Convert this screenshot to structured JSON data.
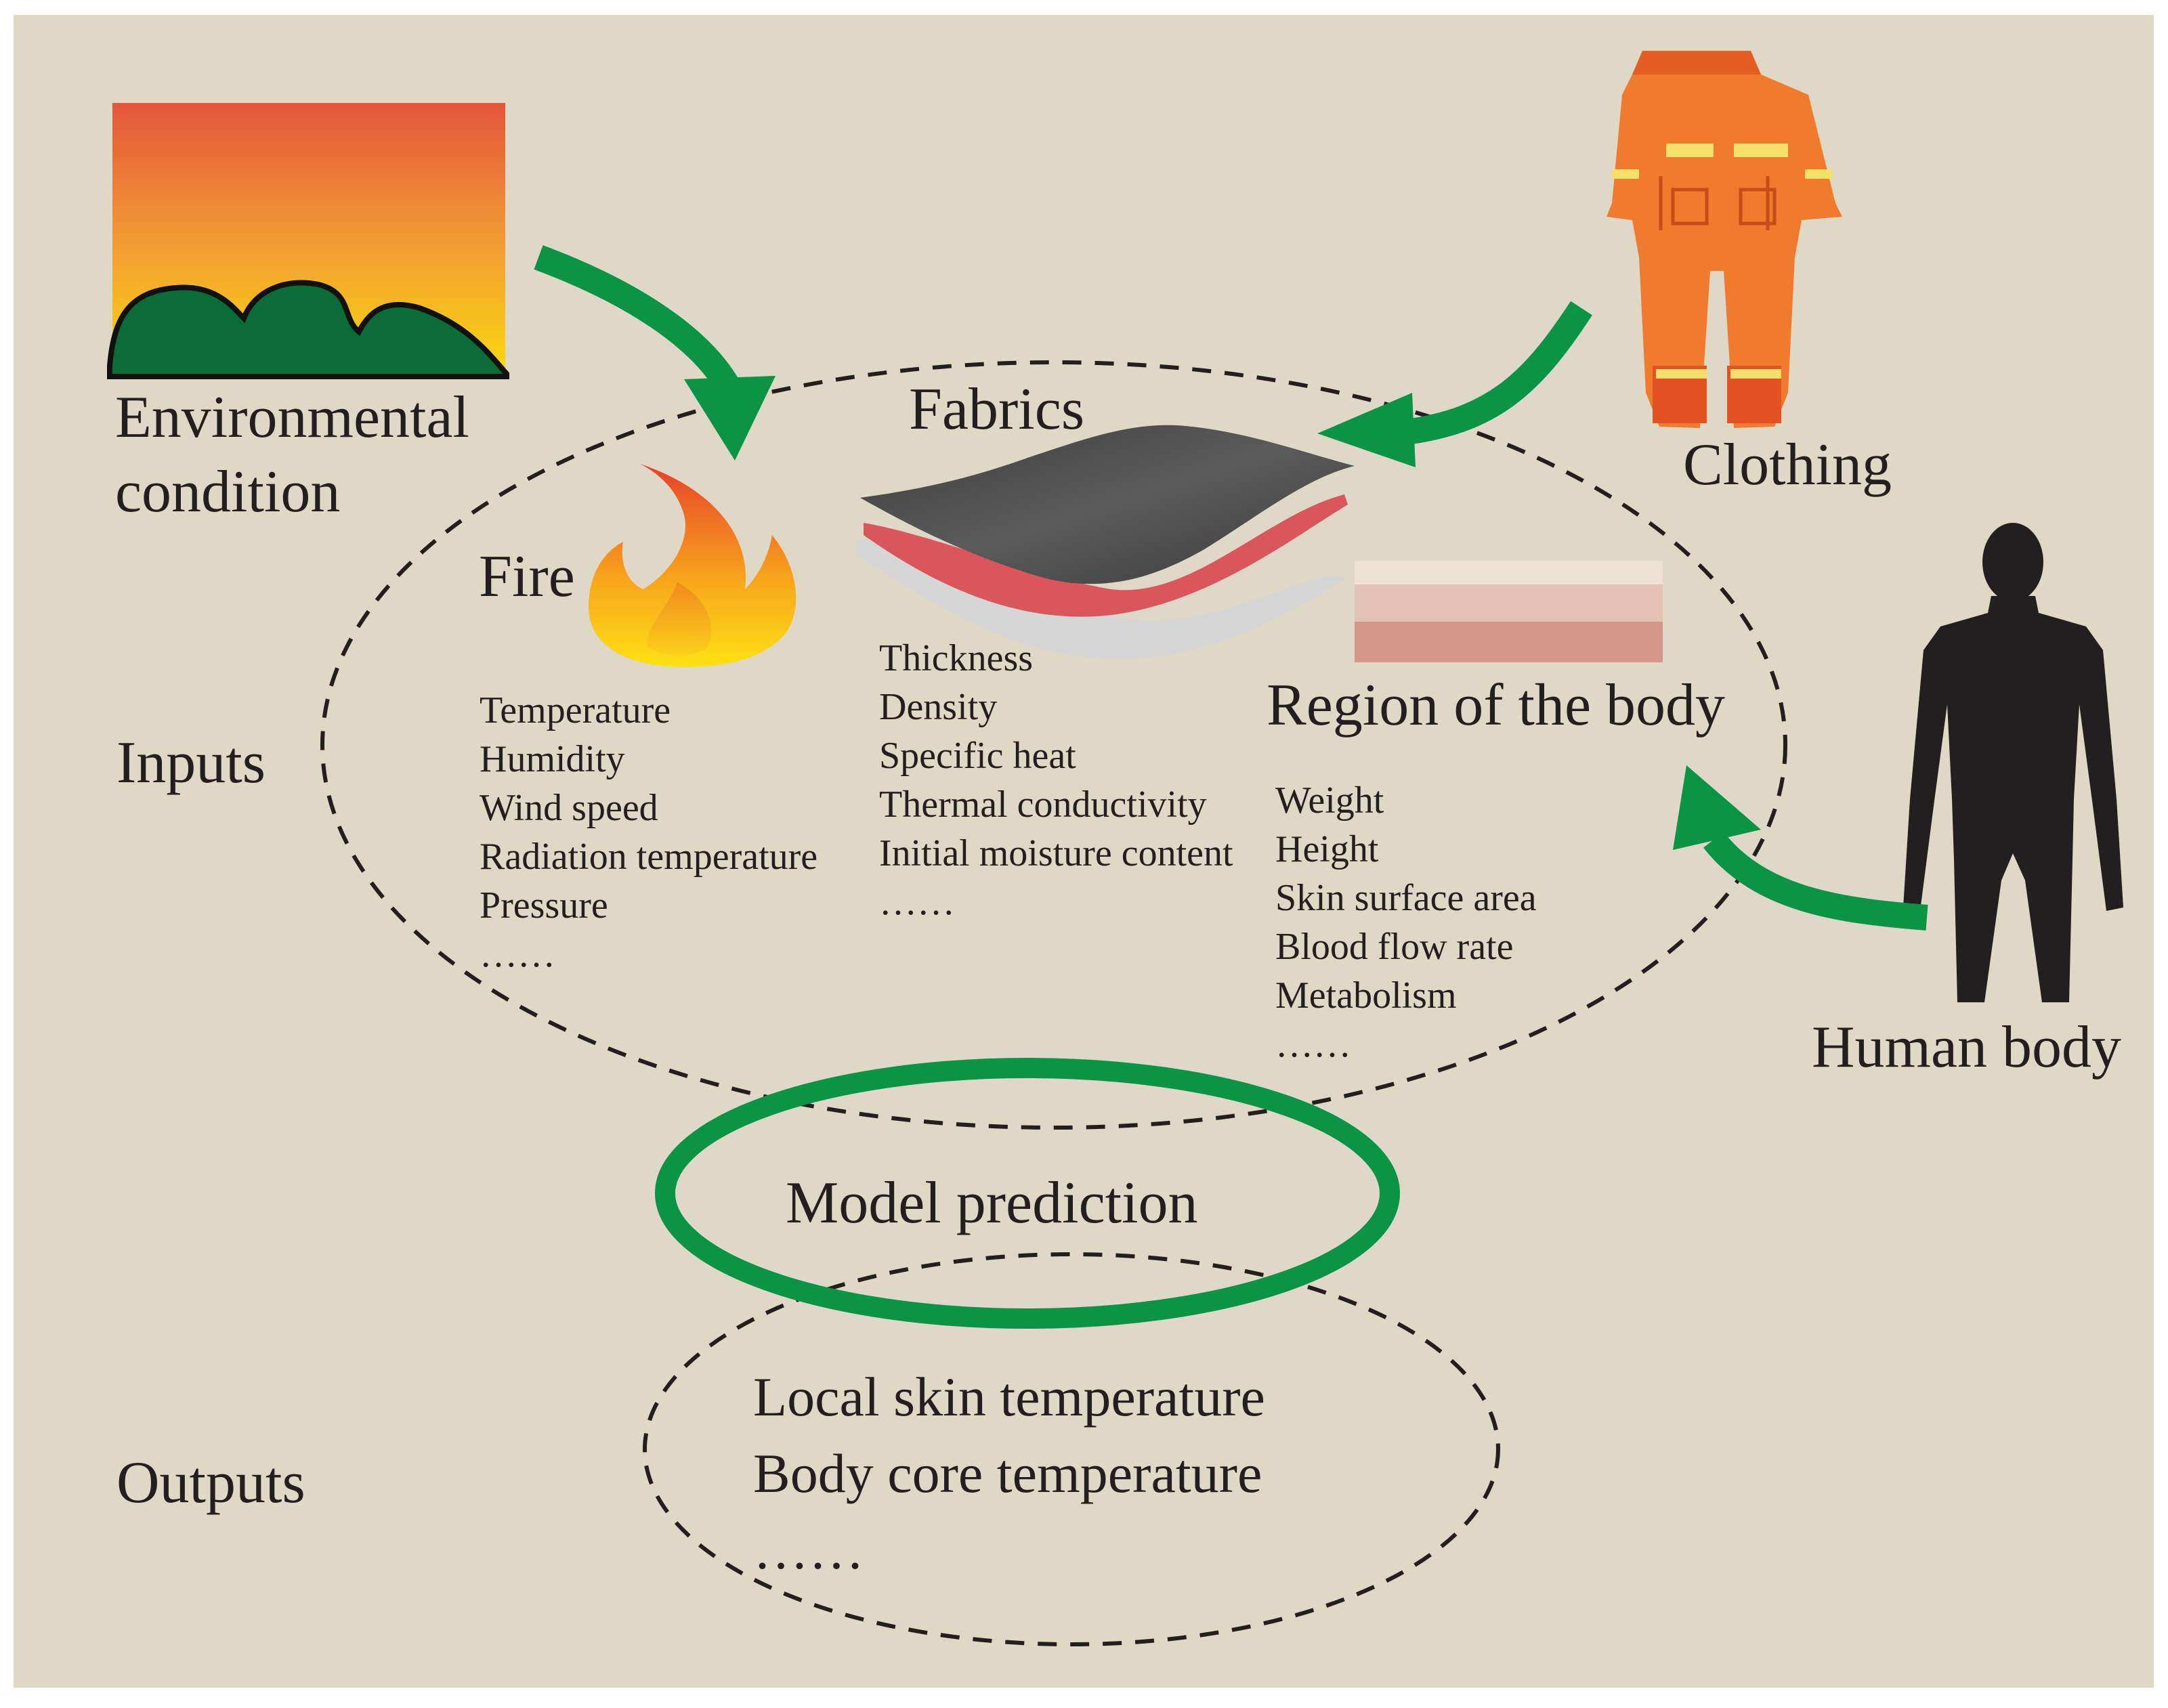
{
  "colors": {
    "background": "#e0d8c6",
    "arrow_green": "#0b9444",
    "text": "#231f20"
  },
  "labels": {
    "environmental": [
      "Environmental",
      "condition"
    ],
    "clothing": "Clothing",
    "human_body": "Human body",
    "fire": "Fire",
    "fabrics": "Fabrics",
    "region": "Region of the body",
    "inputs": "Inputs",
    "outputs": "Outputs",
    "model_prediction": "Model prediction"
  },
  "fire_params": [
    "Temperature",
    "Humidity",
    "Wind speed",
    "Radiation temperature",
    "Pressure",
    "……"
  ],
  "fabric_params": [
    "Thickness",
    "Density",
    "Specific heat",
    "Thermal conductivity",
    "Initial moisture content",
    "……"
  ],
  "body_params": [
    "Weight",
    "Height",
    "Skin surface area",
    "Blood flow rate",
    "Metabolism",
    "……"
  ],
  "output_items": [
    "Local skin temperature",
    "Body core temperature",
    "……"
  ],
  "icons": {
    "environment": "sunset-hills-icon",
    "clothing": "firefighter-suit-icon",
    "human": "human-silhouette-icon",
    "fire": "flame-icon",
    "fabric": "fabric-layers-icon",
    "skin": "skin-layers-icon"
  }
}
